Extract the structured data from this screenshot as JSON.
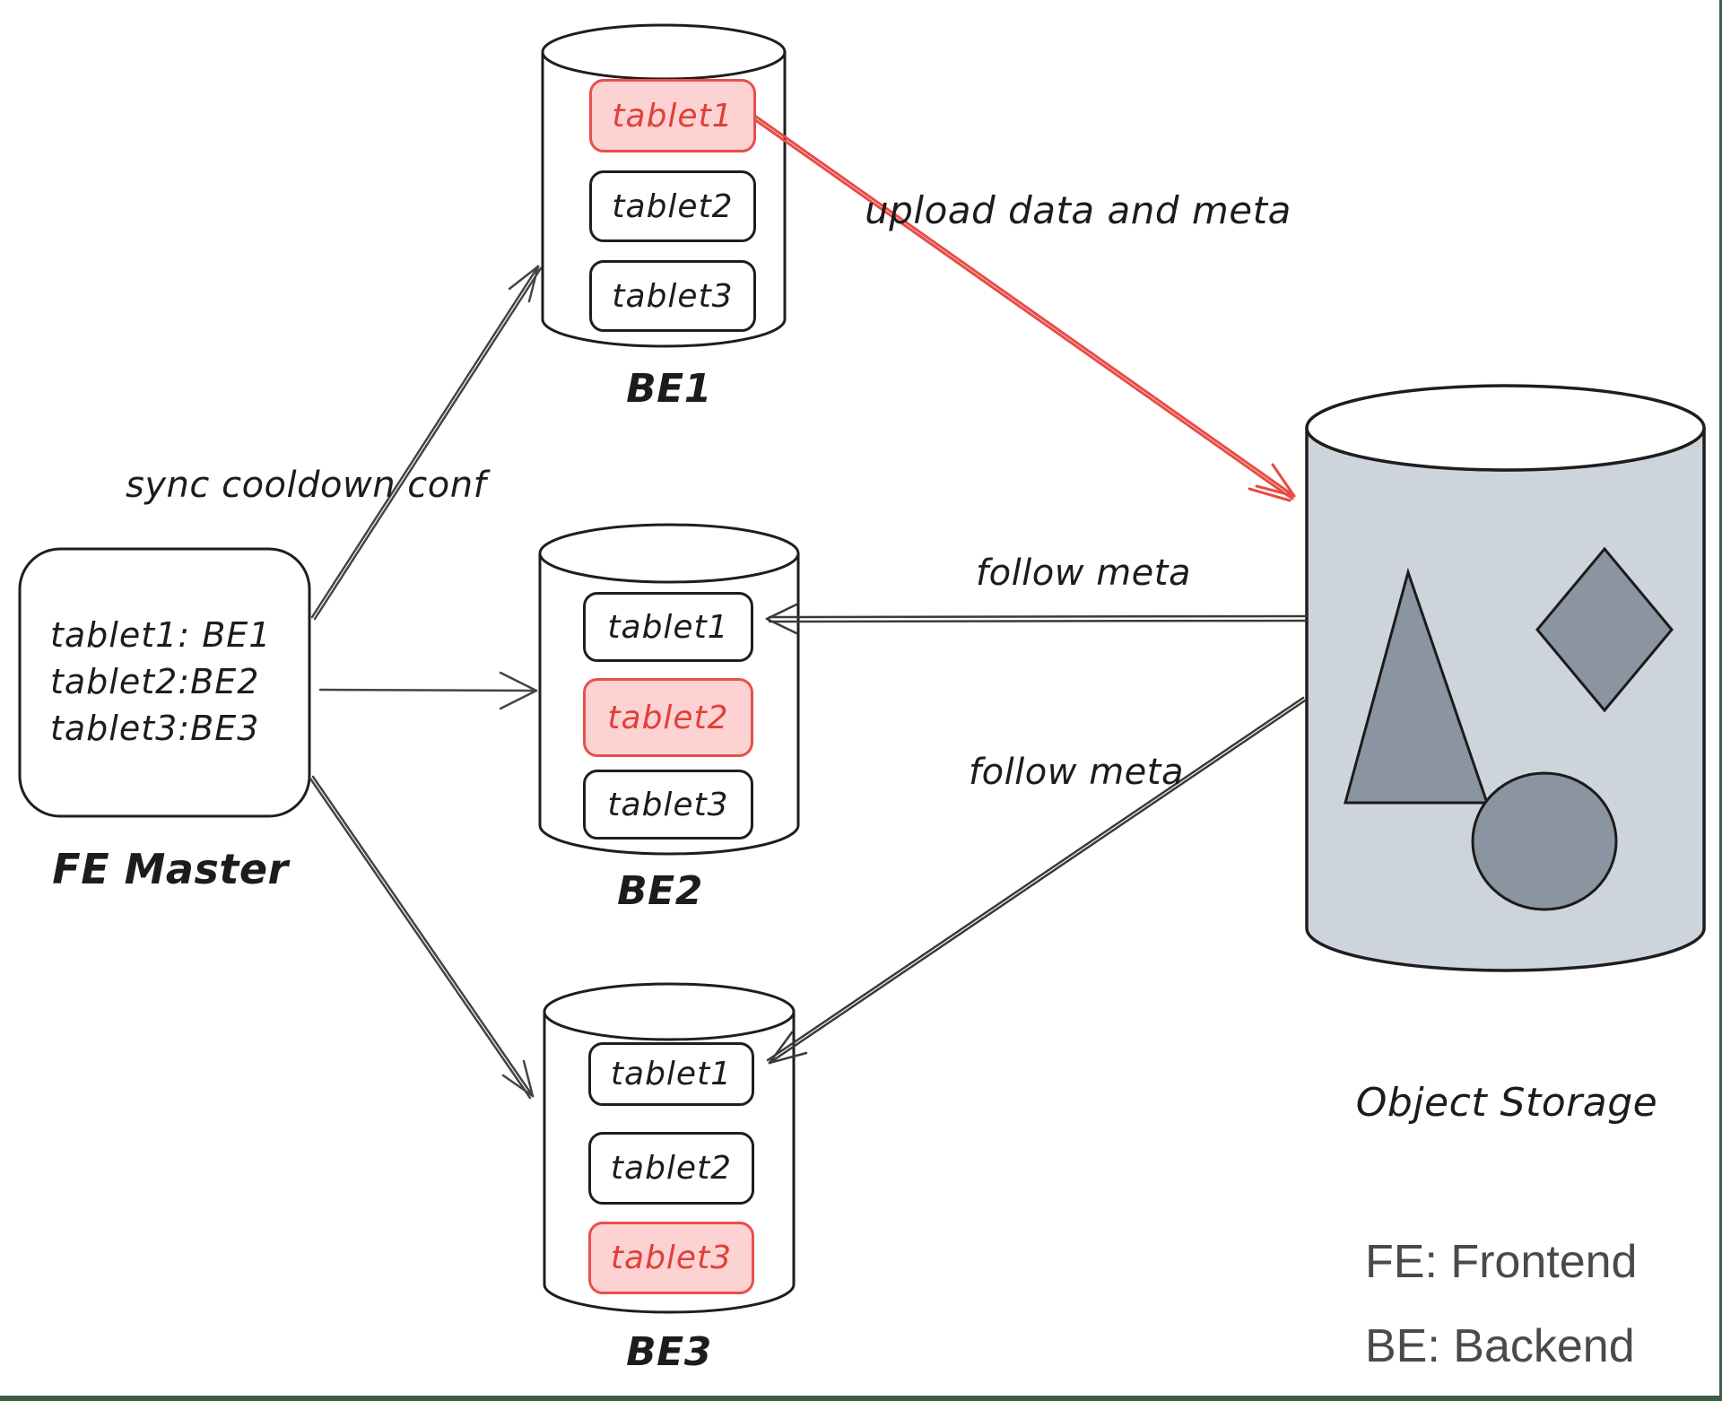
{
  "fe_master": {
    "mapping_lines": [
      "tablet1: BE1",
      "tablet2:BE2",
      "tablet3:BE3"
    ],
    "label": "FE Master"
  },
  "backends": [
    {
      "label": "BE1",
      "tablets": [
        {
          "name": "tablet1",
          "highlighted": true
        },
        {
          "name": "tablet2",
          "highlighted": false
        },
        {
          "name": "tablet3",
          "highlighted": false
        }
      ]
    },
    {
      "label": "BE2",
      "tablets": [
        {
          "name": "tablet1",
          "highlighted": false
        },
        {
          "name": "tablet2",
          "highlighted": true
        },
        {
          "name": "tablet3",
          "highlighted": false
        }
      ]
    },
    {
      "label": "BE3",
      "tablets": [
        {
          "name": "tablet1",
          "highlighted": false
        },
        {
          "name": "tablet2",
          "highlighted": false
        },
        {
          "name": "tablet3",
          "highlighted": true
        }
      ]
    }
  ],
  "object_storage": {
    "label": "Object Storage",
    "shapes": [
      "triangle",
      "diamond",
      "circle"
    ]
  },
  "edge_labels": {
    "sync": "sync cooldown conf",
    "upload": "upload data and meta",
    "follow_meta_be2": "follow meta",
    "follow_meta_be3": "follow meta"
  },
  "legend": {
    "line1": "FE: Frontend",
    "line2": "BE: Backend"
  },
  "colors": {
    "ink": "#1e1e1e",
    "highlight_fill": "#fcd2d2",
    "highlight_stroke": "#e8504a",
    "highlight_text": "#e0403a",
    "storage_body_fill": "#ced4dc",
    "storage_shape_fill": "#8b95a1",
    "upload_arrow": "#e84b45",
    "sync_arrow": "#444444",
    "follow_arrow": "#3a3a3a",
    "legend_text": "#4a4a4a",
    "frame_green": "#3d5f46"
  }
}
